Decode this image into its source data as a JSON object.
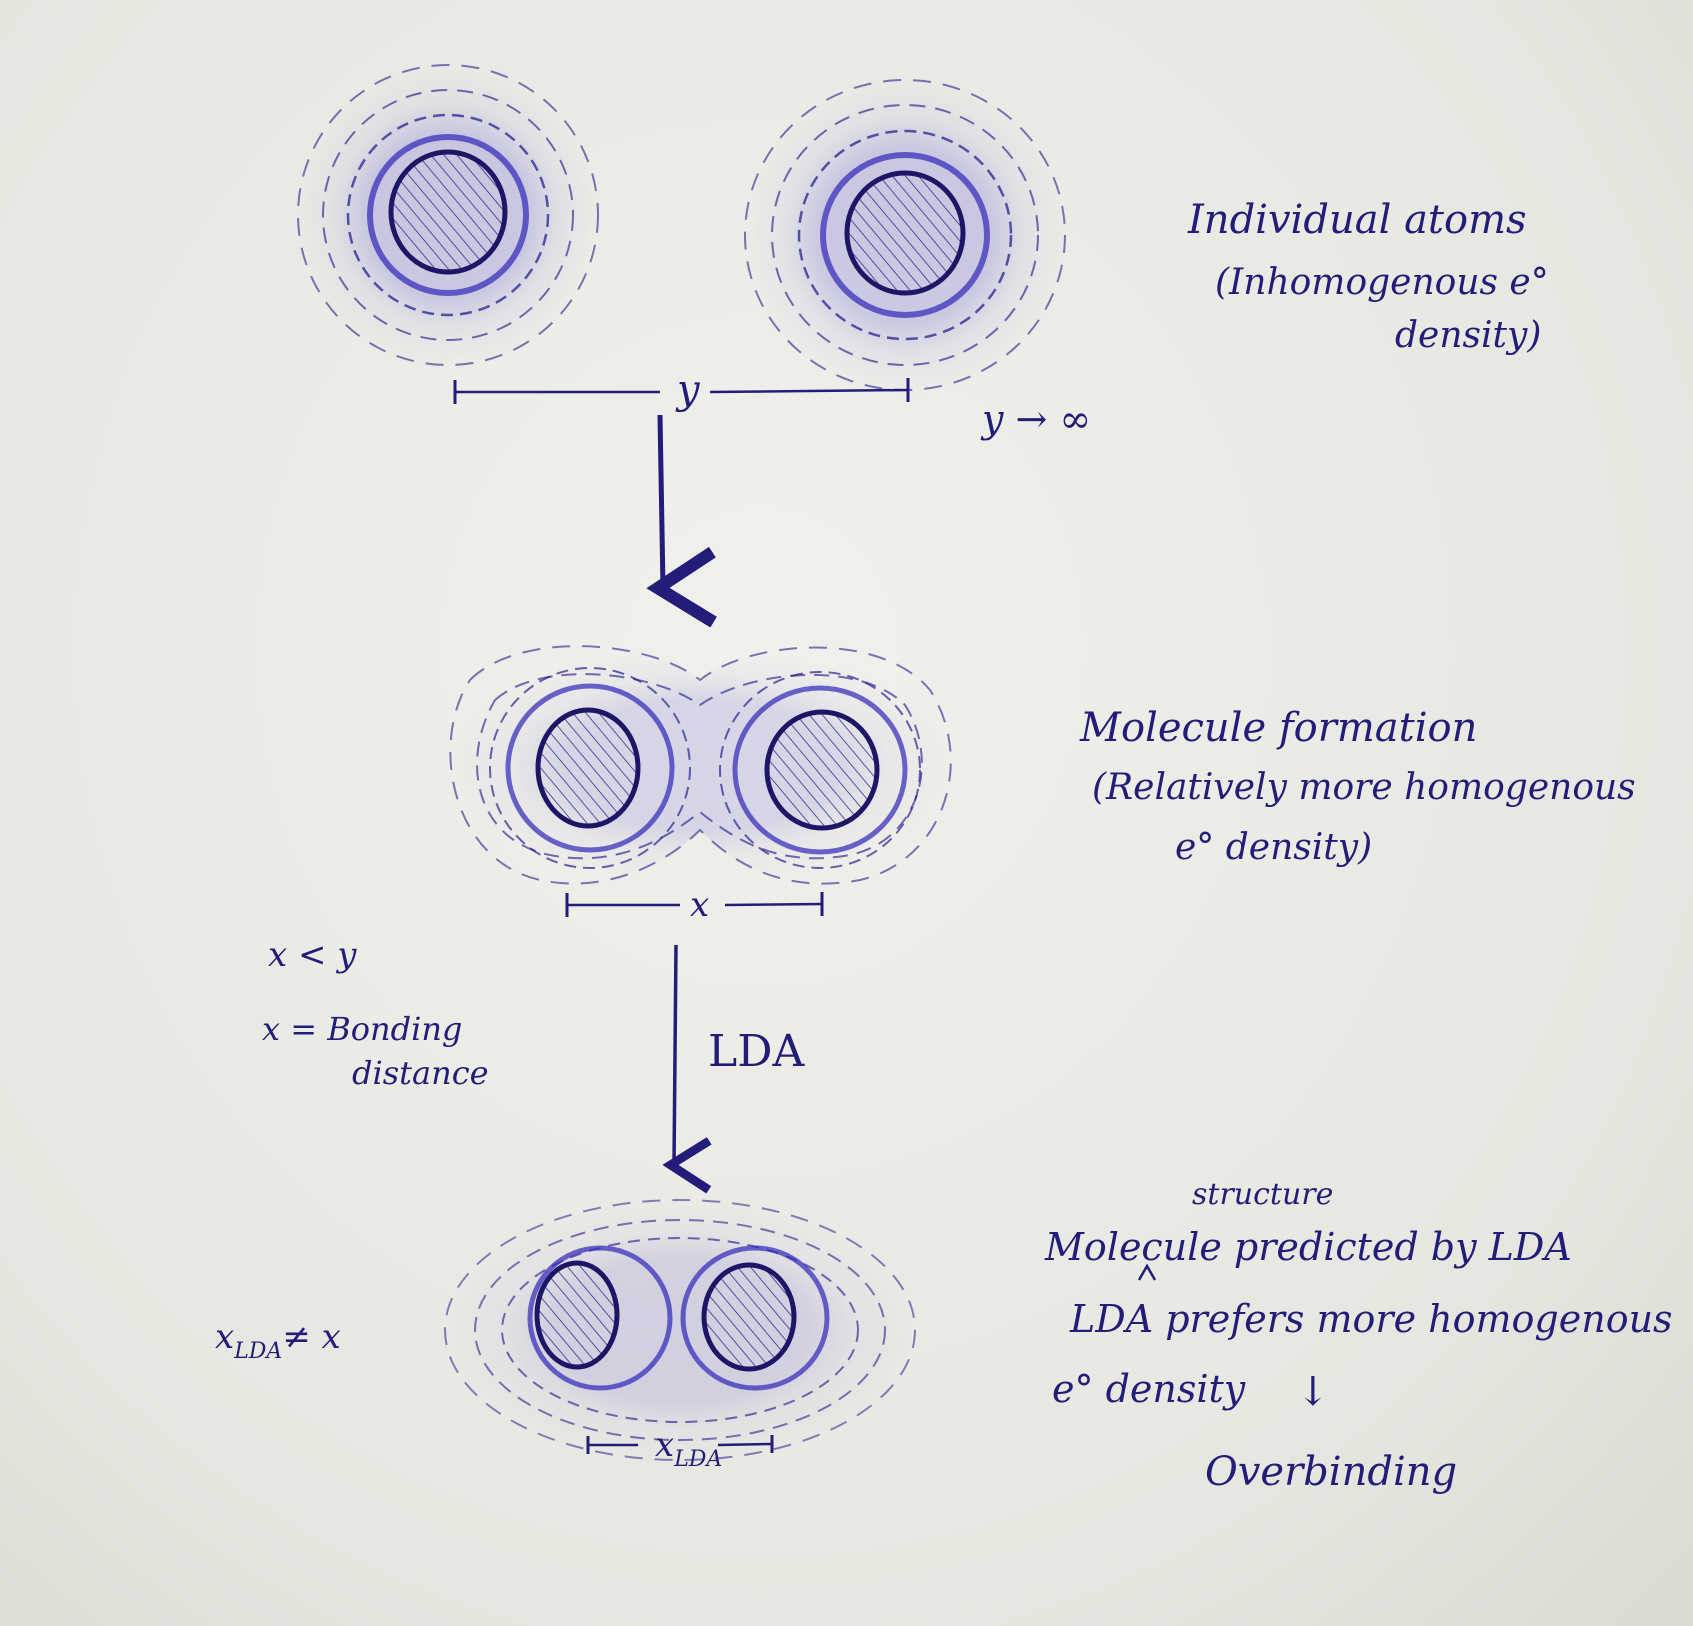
{
  "stages": [
    {
      "id": "individual-atoms",
      "label_line1": "Individual atoms",
      "label_line2": "(Inhomogenous e°",
      "label_line3": "density)",
      "dimension": "y",
      "limit": "y → ∞"
    },
    {
      "id": "molecule-formation",
      "label_line1": "Molecule formation",
      "label_line2": "(Relatively more homogenous",
      "label_line3": "e° density)",
      "dimension": "x",
      "relation": "x < y",
      "definition_line1": "x = Bonding",
      "definition_line2": "distance"
    },
    {
      "id": "lda-molecule",
      "caret_insert": "structure",
      "label_line1": "Molecule predicted by LDA",
      "label_line2": "LDA prefers more homogenous",
      "label_line3": "e° density",
      "arrow_glyph": "↓",
      "label_line4": "Overbinding",
      "dimension_main": "x",
      "dimension_sub": "LDA",
      "inequality_main": "x",
      "inequality_sub": "LDA",
      "inequality_rest": "≠ x"
    }
  ],
  "transitions": [
    {
      "from": "individual-atoms",
      "to": "molecule-formation",
      "label": ""
    },
    {
      "from": "molecule-formation",
      "to": "lda-molecule",
      "label": "LDA"
    }
  ],
  "colors": {
    "ink": "#2a2090",
    "ink_light": "#4a40d0",
    "ink_dark": "#1c1666",
    "paper": "#ebece6"
  }
}
